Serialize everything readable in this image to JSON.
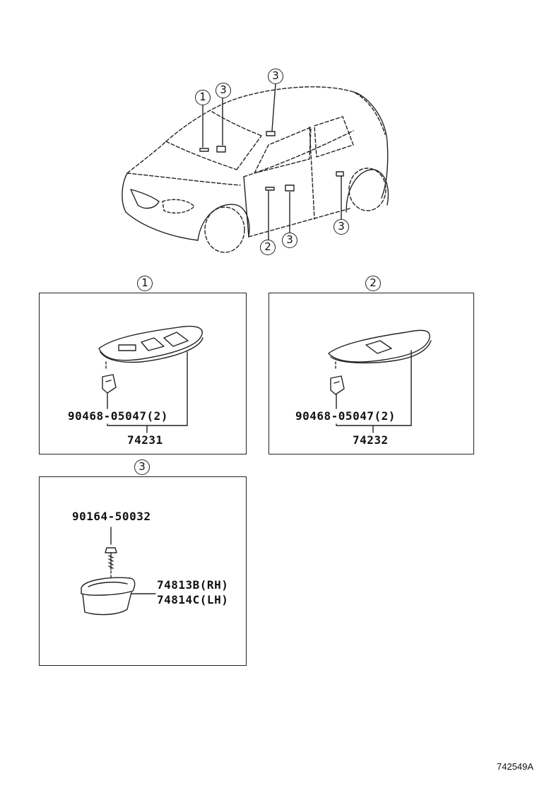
{
  "callouts": {
    "one": "1",
    "two": "2",
    "three": "3"
  },
  "panel1": {
    "screw_part": "90468-05047(2)",
    "switch_base_part": "74231"
  },
  "panel2": {
    "screw_part": "90468-05047(2)",
    "switch_base_part": "74232"
  },
  "panel3": {
    "screw_part": "90164-50032",
    "handle_part_rh": "74813B(RH)",
    "handle_part_lh": "74814C(LH)"
  },
  "figure_code": "742549A"
}
